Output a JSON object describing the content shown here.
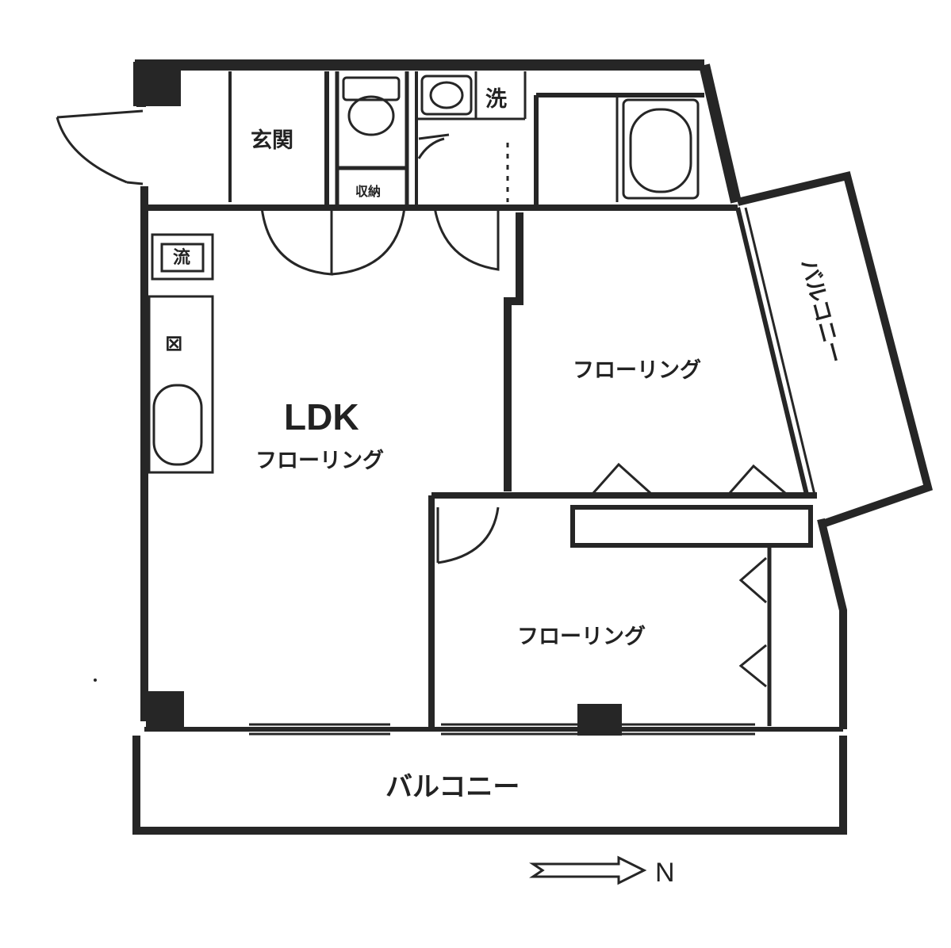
{
  "plan": {
    "entrance_label": "玄関",
    "wash_label": "洗",
    "storage_label": "収納",
    "kitchen_sink_label": "流",
    "range_label": "⊠",
    "ldk_label": "LDK",
    "ldk_floor_label": "フローリング",
    "room_upper_label": "フローリング",
    "room_lower_label": "フローリング",
    "balcony_side_label": "バルコニー",
    "balcony_bottom_label": "バルコニー",
    "north_label": "N",
    "wall_color": "#262626"
  }
}
